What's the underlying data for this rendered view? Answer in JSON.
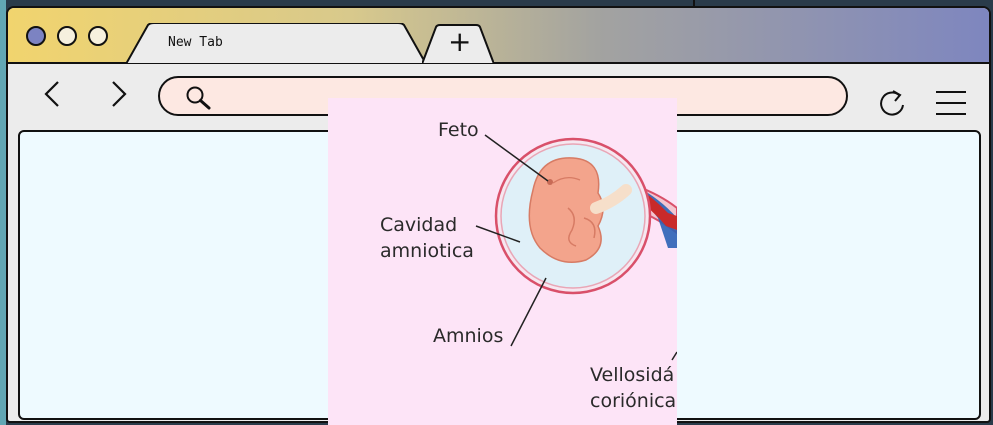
{
  "browser": {
    "tab": {
      "title": "New Tab"
    },
    "new_tab_symbol": "+",
    "nav": {
      "back_symbol": "〈",
      "forward_symbol": "〉"
    },
    "address_bar": {
      "value": "",
      "placeholder": ""
    },
    "colors": {
      "titlebar_start": "#f1d46e",
      "titlebar_end": "#7e86bf",
      "address_bar_bg": "#fde8e2",
      "content_bg": "#eefaff"
    }
  },
  "figure": {
    "labels": {
      "feto": "Feto",
      "cavidad_line1": "Cavidad",
      "cavidad_line2": "amniotica",
      "amnios": "Amnios",
      "vellosidades_line1": "Vellosidá",
      "vellosidades_line2": "coriónica"
    },
    "background": "#fde4f7"
  }
}
